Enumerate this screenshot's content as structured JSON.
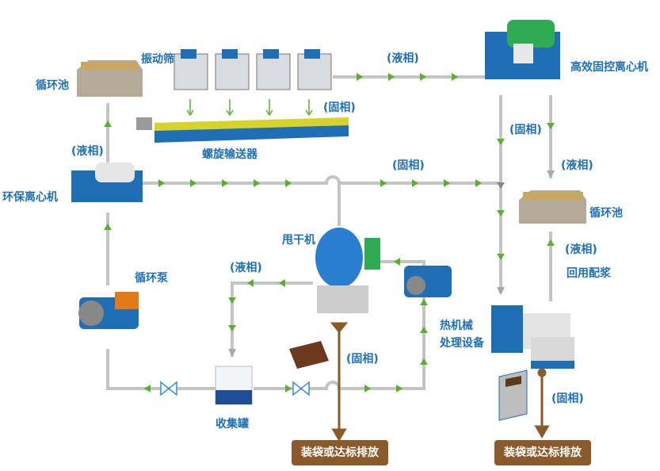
{
  "labels": {
    "vibrating_screen": "振动筛",
    "circulating_tank_left": "循环池",
    "screw_conveyor": "螺旋输送器",
    "env_centrifuge": "环保离心机",
    "circulating_pump": "循环泵",
    "dryer": "甩干机",
    "collection_tank": "收集罐",
    "high_eff_centrifuge": "高效固控离心机",
    "circulating_tank_right": "循环池",
    "thermal_equipment": "热机械\n处理设备",
    "reuse": "回用配浆"
  },
  "phase": {
    "liquid": "(液相)",
    "solid": "(固相)"
  },
  "discharge": "装袋或达标排放",
  "colors": {
    "pipe": "#c0c0c0",
    "arrow": "#5aae32",
    "brown": "#8a5a2b",
    "blue": "#1f6fb5"
  }
}
